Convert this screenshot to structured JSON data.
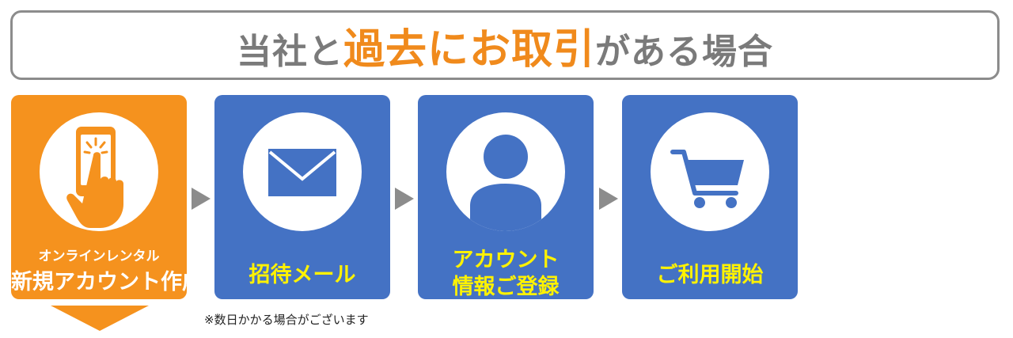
{
  "colors": {
    "accent_orange": "#F5921E",
    "title_accent": "#F08A1C",
    "step_blue": "#4472C4",
    "label_yellow": "#FFF200",
    "border_gray": "#8C8C8C",
    "title_gray": "#7A7A7A",
    "white": "#FFFFFF"
  },
  "title": {
    "prefix": "当社と",
    "highlight": "過去にお取引",
    "suffix": "がある場合"
  },
  "steps": [
    {
      "icon": "smartphone-tap-icon",
      "small_label": "オンラインレンタル",
      "label": "新規アカウント作成",
      "color": "#F5921E",
      "text_color": "#FFFFFF"
    },
    {
      "icon": "envelope-icon",
      "label": "招待メール",
      "color": "#4472C4",
      "text_color": "#FFF200"
    },
    {
      "icon": "user-icon",
      "label_line1": "アカウント",
      "label_line2": "情報ご登録",
      "color": "#4472C4",
      "text_color": "#FFF200"
    },
    {
      "icon": "shopping-cart-icon",
      "label": "ご利用開始",
      "color": "#4472C4",
      "text_color": "#FFF200"
    }
  ],
  "arrows": {
    "right_icon": "triangle-right-icon",
    "down_icon": "triangle-down-icon"
  },
  "note": "※数日かかる場合がございます"
}
